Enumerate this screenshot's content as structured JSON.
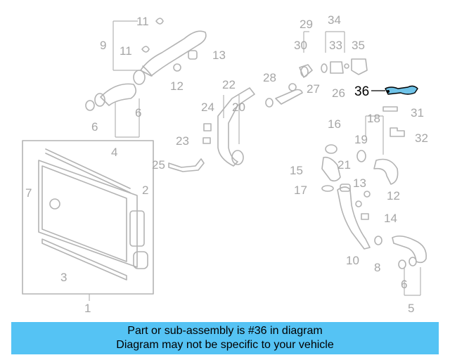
{
  "diagram": {
    "highlight_label": "36",
    "callouts": {
      "c1": "1",
      "c2": "2",
      "c3": "3",
      "c4": "4",
      "c5": "5",
      "c6a": "6",
      "c6b": "6",
      "c6c": "6",
      "c7": "7",
      "c8": "8",
      "c9": "9",
      "c10": "10",
      "c11a": "11",
      "c11b": "11",
      "c12a": "12",
      "c12b": "12",
      "c13a": "13",
      "c13b": "13",
      "c14": "14",
      "c15": "15",
      "c16": "16",
      "c17": "17",
      "c18": "18",
      "c19": "19",
      "c20": "20",
      "c21": "21",
      "c22": "22",
      "c23": "23",
      "c24": "24",
      "c25": "25",
      "c26": "26",
      "c27": "27",
      "c28": "28",
      "c29": "29",
      "c30": "30",
      "c31": "31",
      "c32": "32",
      "c33": "33",
      "c34": "34",
      "c35": "35"
    }
  },
  "banner": {
    "line1": "Part or sub-assembly is #36 in diagram",
    "line2": "Diagram may not be specific to your vehicle"
  },
  "colors": {
    "banner_bg": "#55c3f4",
    "highlight_fill": "#6fc3e8",
    "line_gray": "#b3b3b3",
    "label_gray": "#a6a6a6"
  }
}
